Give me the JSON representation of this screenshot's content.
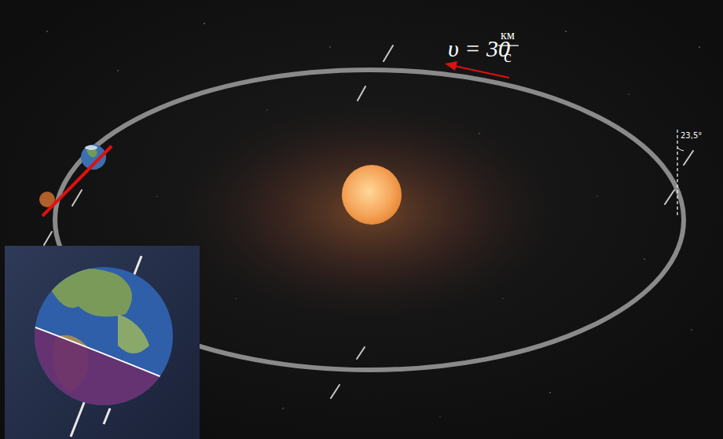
{
  "diagram": {
    "labels": [
      "υ = 30",
      "км",
      "с",
      "23,5°"
    ]
  }
}
